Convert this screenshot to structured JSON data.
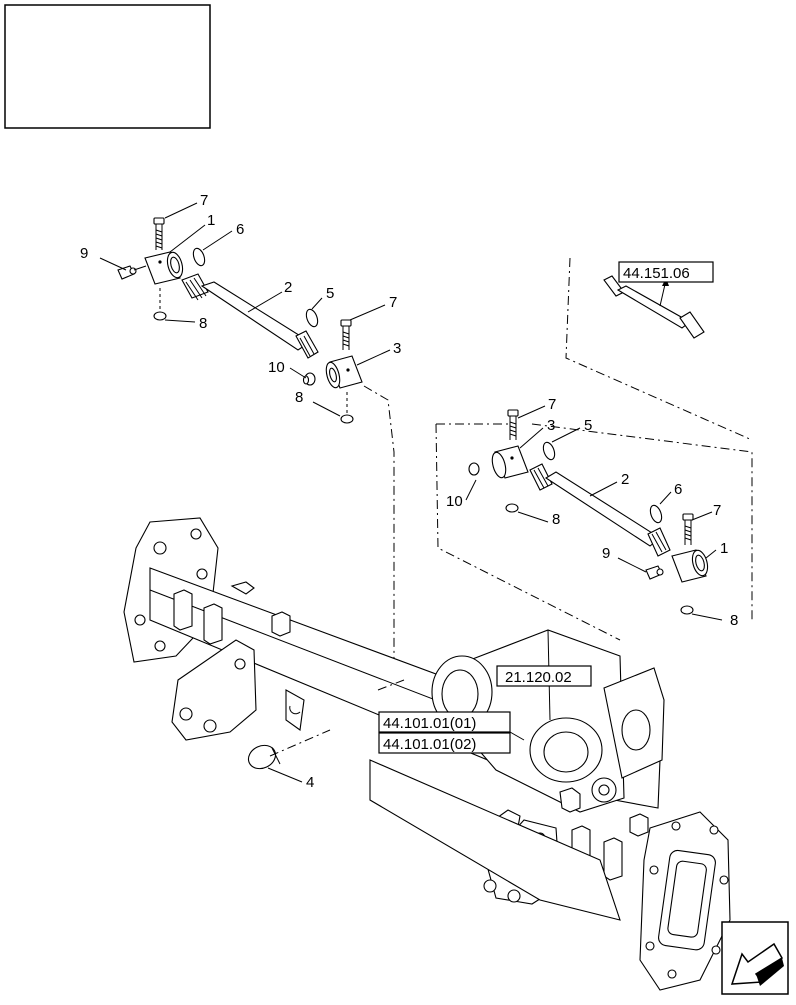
{
  "title_block": "",
  "callouts": {
    "a_1": "1",
    "a_2": "2",
    "a_3": "3",
    "a_5": "5",
    "a_6": "6",
    "a_7a": "7",
    "a_7b": "7",
    "a_8a": "8",
    "a_8b": "8",
    "a_9": "9",
    "a_10": "10",
    "b_1": "1",
    "b_2": "2",
    "b_3": "3",
    "b_5": "5",
    "b_6": "6",
    "b_7a": "7",
    "b_7b": "7",
    "b_8a": "8",
    "b_8b": "8",
    "b_9": "9",
    "b_10": "10",
    "c_4": "4"
  },
  "references": {
    "shaft_ref": "44.151.06",
    "diff_ref": "21.120.02",
    "axle_ref_1": "44.101.01(01)",
    "axle_ref_2": "44.101.01(02)"
  },
  "icons": {
    "nav": "page-turn-arrow-icon"
  }
}
